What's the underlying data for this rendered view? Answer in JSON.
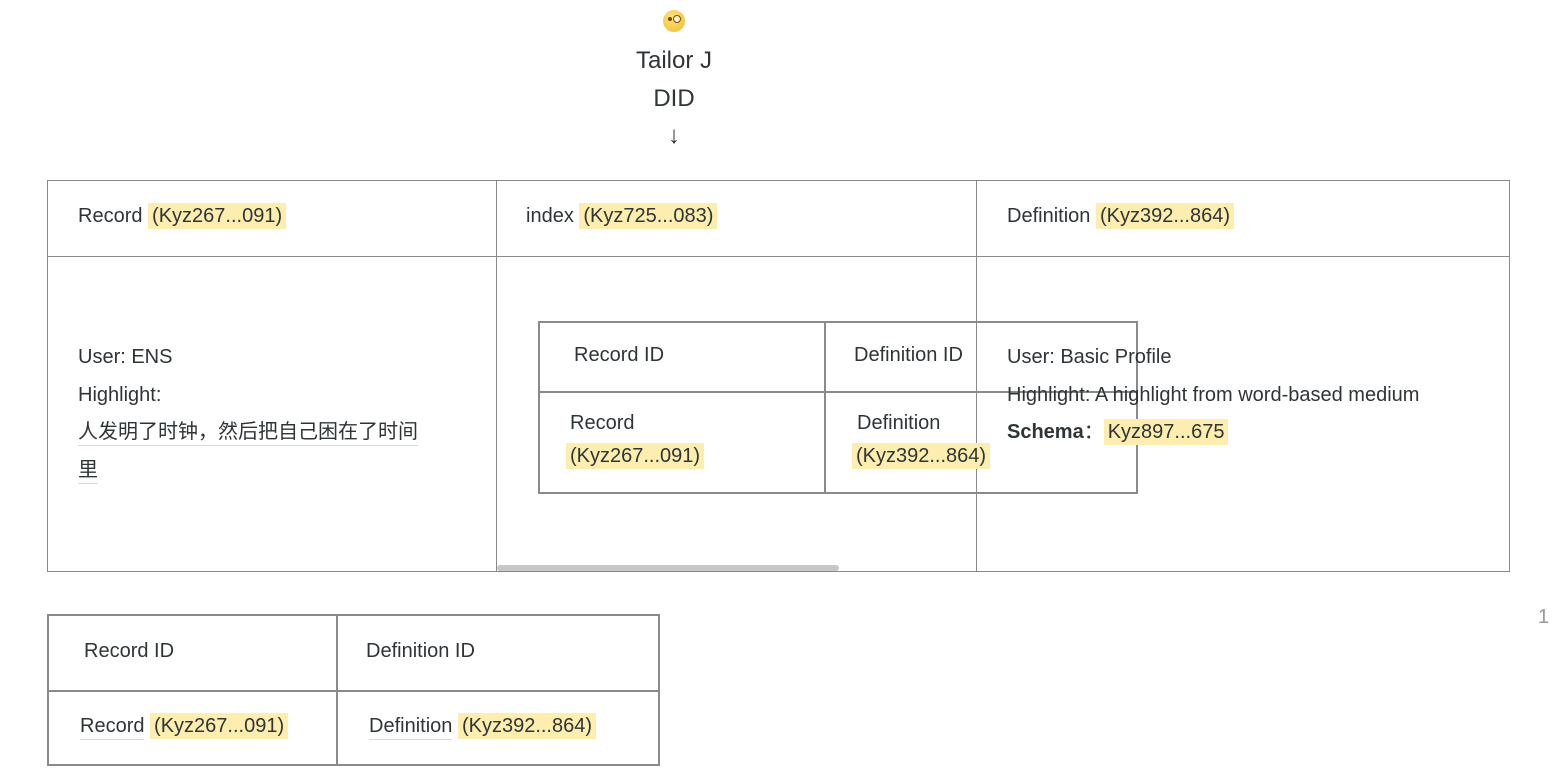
{
  "header": {
    "emoji_icon": "face-with-monocle-icon",
    "name": "Tailor J",
    "subtitle": "DID",
    "arrow": "↓"
  },
  "main_table": {
    "headers": [
      {
        "label": "Record",
        "id": "(Kyz267...091)"
      },
      {
        "label": "index",
        "id": "(Kyz725...083)"
      },
      {
        "label": "Definition",
        "id": "(Kyz392...864)"
      }
    ],
    "record_cell": {
      "user": "User: ENS",
      "highlight_label": "Highlight:",
      "highlight_text_line1": "人发明了时钟，然后把自己困在了时间",
      "highlight_text_line2": "里"
    },
    "index_cell": {
      "col1_header": "Record ID",
      "col2_header": "Definition ID",
      "col1_value_label": "Record",
      "col1_value_id": "(Kyz267...091)",
      "col2_value_label": "Definition",
      "col2_value_id": "(Kyz392...864)"
    },
    "definition_cell": {
      "user": "User: Basic Profile",
      "highlight": "Highlight: A highlight from word-based medium",
      "schema_label": "Schema",
      "schema_sep": "：",
      "schema_id": "Kyz897...675"
    }
  },
  "bottom_table": {
    "col1_header": "Record ID",
    "col2_header": "Definition ID",
    "col1_value_label": "Record",
    "col1_value_id": "(Kyz267...091)",
    "col2_value_label": "Definition",
    "col2_value_id": "(Kyz392...864)"
  },
  "page_number": "1",
  "colors": {
    "highlight": "#fdeeaf",
    "border": "#8a8a8a",
    "text": "#2f3437"
  }
}
